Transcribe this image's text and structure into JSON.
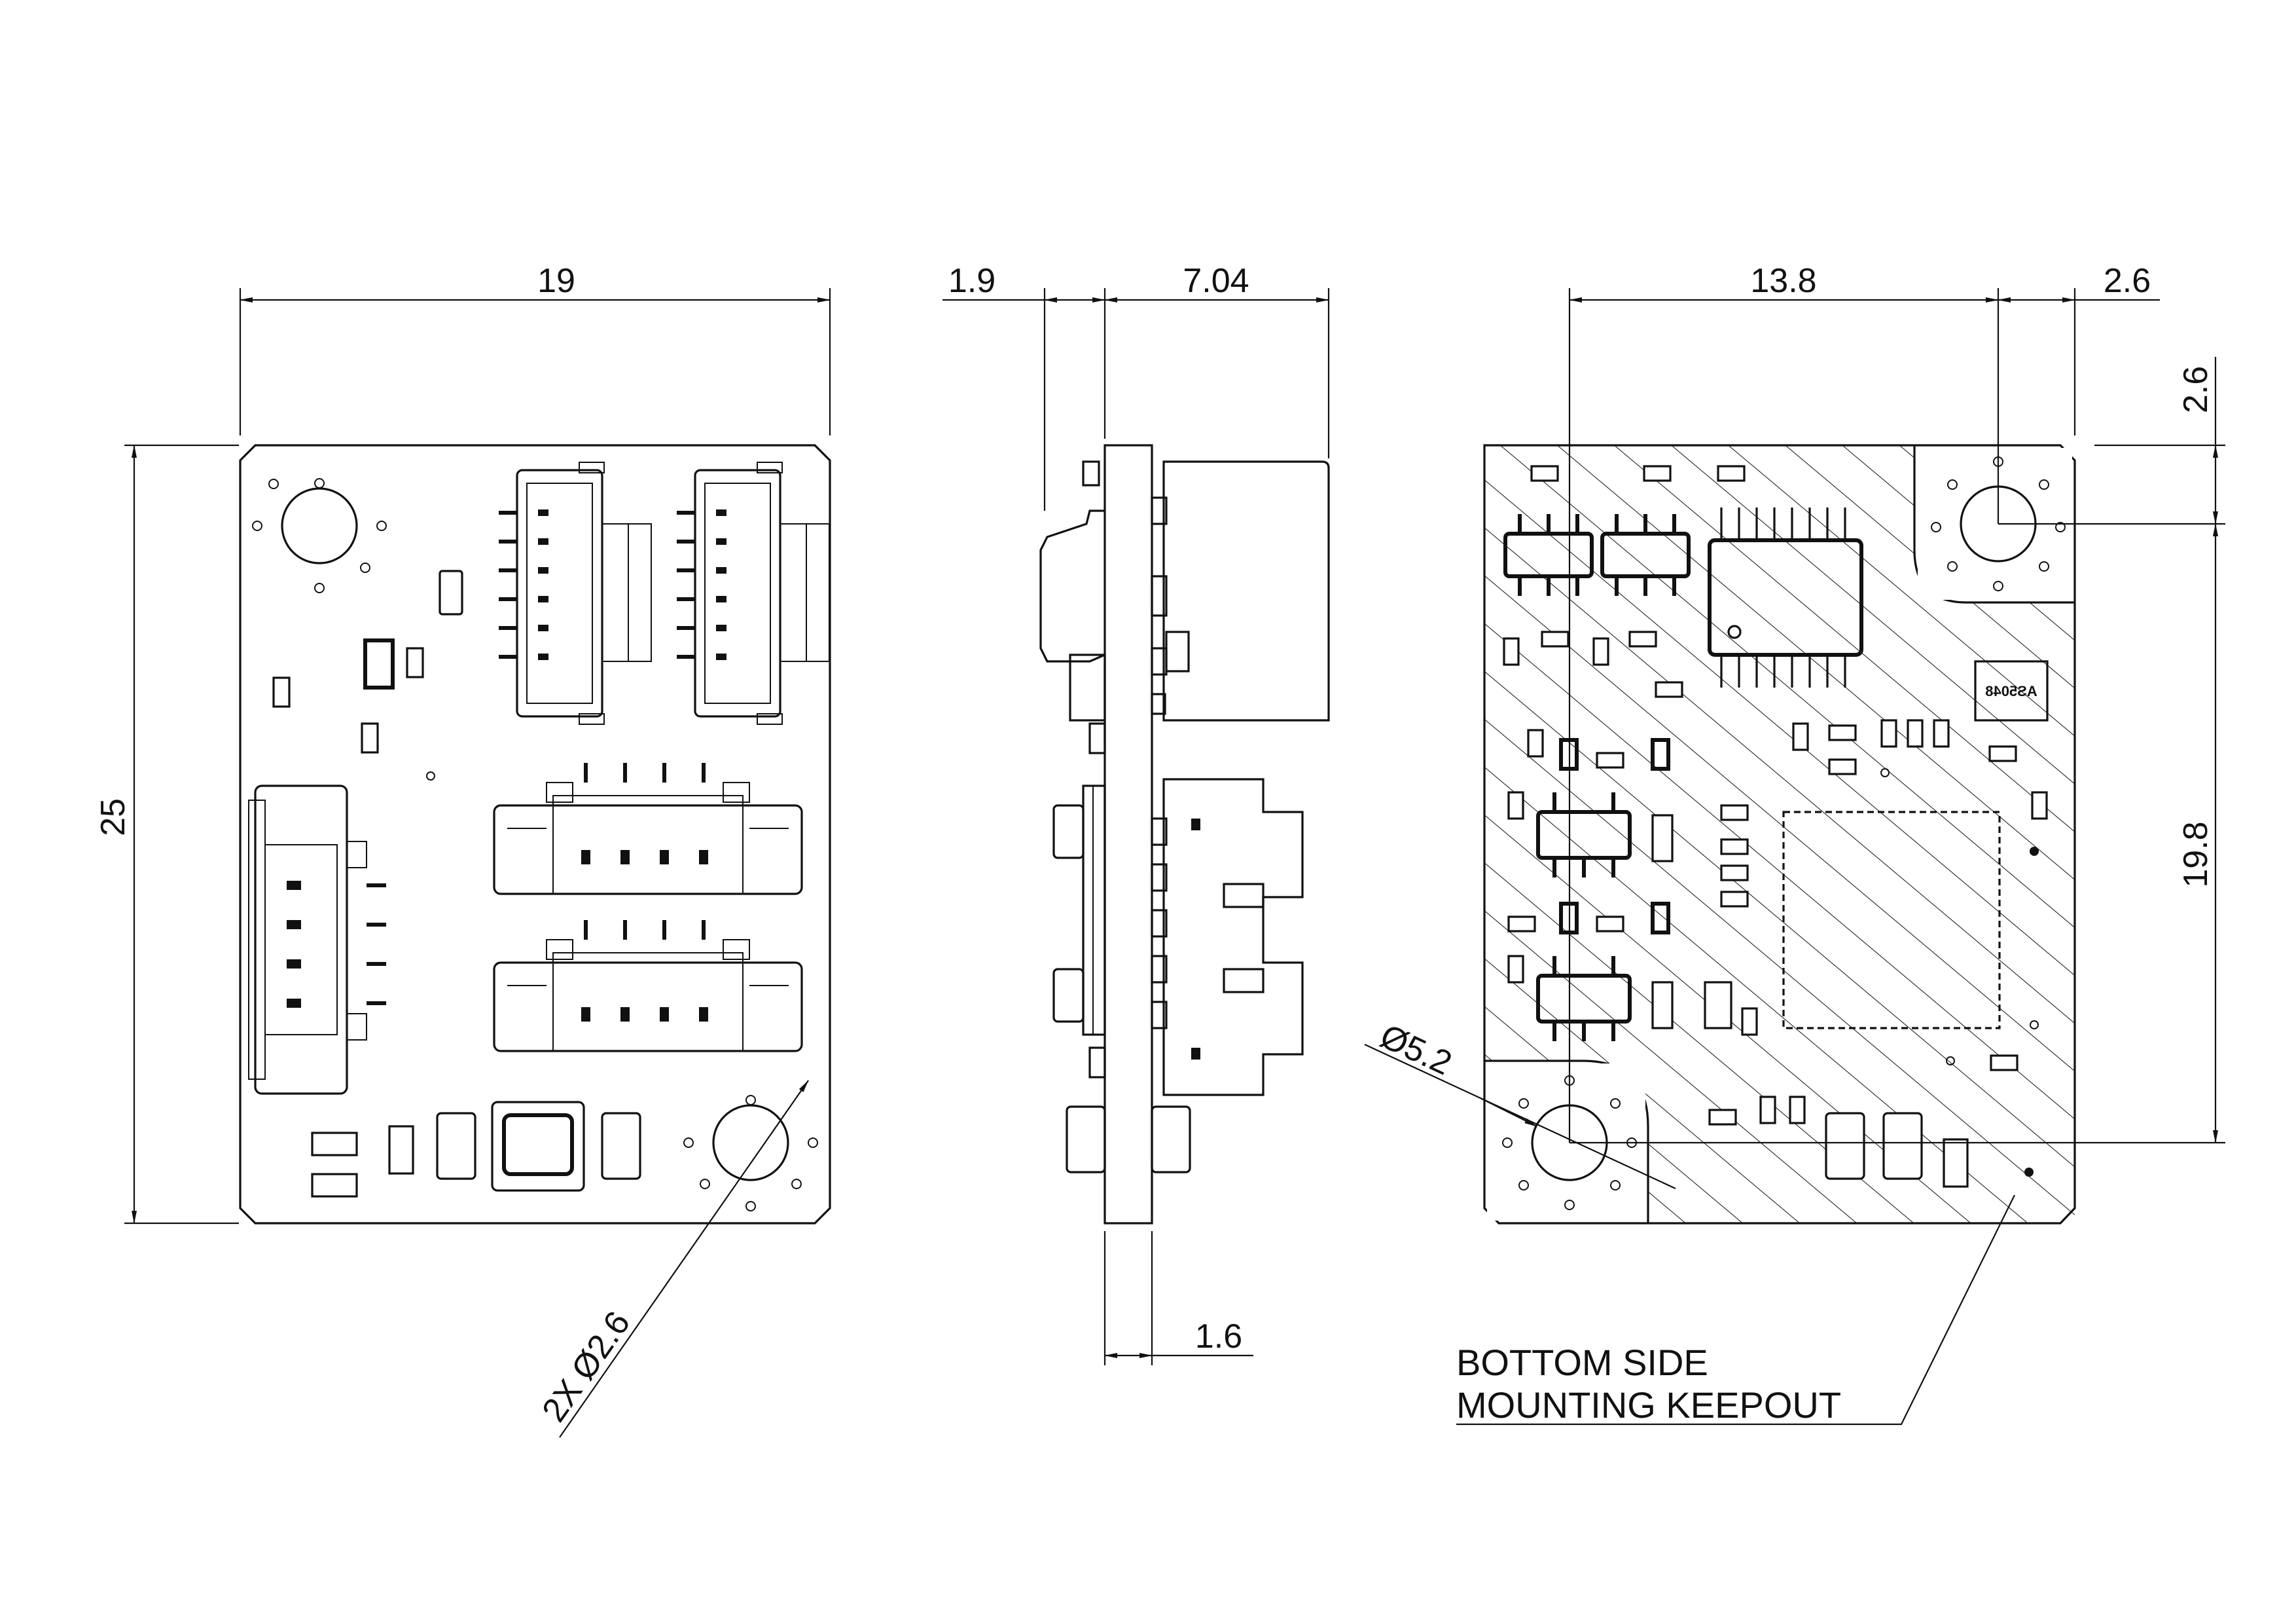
{
  "dimensions": {
    "top_width": "19",
    "top_height": "25",
    "top_holes": "2X Ø2.6",
    "side_left": "1.9",
    "side_right": "7.04",
    "side_pcb": "1.6",
    "bottom_span": "13.8",
    "bottom_offset_x": "2.6",
    "bottom_offset_y": "2.6",
    "bottom_vertical": "19.8",
    "bottom_keepout_dia": "Ø5.2"
  },
  "notes": {
    "keepout_line1": "BOTTOM SIDE",
    "keepout_line2": "MOUNTING KEEPOUT"
  },
  "chip_marking": "AS5048"
}
